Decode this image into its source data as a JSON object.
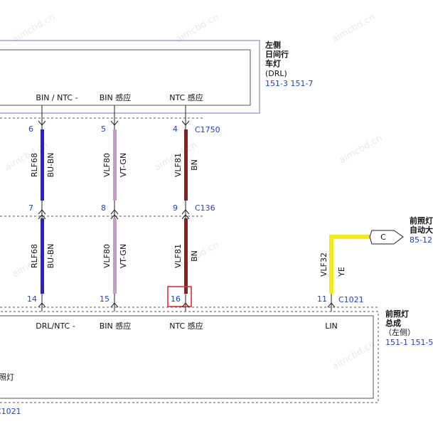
{
  "watermark": "aimcbd.cn",
  "drl_module": {
    "title_lines": [
      "左侧",
      "日间行",
      "车灯"
    ],
    "subtitle": "(DRL)",
    "refs": "151-3 151-7",
    "pins": [
      "BIN / NTC -",
      "BIN 感应",
      "NTC 感应"
    ]
  },
  "headlamp_assembly": {
    "title_lines": [
      "前照灯",
      "总成"
    ],
    "subtitle": "（左侧）",
    "refs": "151-1 151-5",
    "pins": [
      "DRL/NTC -",
      "BIN 感应",
      "NTC 感应",
      "LIN"
    ],
    "bottom_left_label": "照灯",
    "bottom_left_ref": "C1021"
  },
  "auto_headlamp": {
    "connector_letter": "C",
    "title_lines": [
      "前照灯",
      "自动大"
    ],
    "ref": "85-12"
  },
  "connectors": {
    "top": "C1750",
    "middle": "C136",
    "bottom": "C1021"
  },
  "wires": [
    {
      "pin_top": "6",
      "pin_mid": "7",
      "pin_bottom": "14",
      "circuit": "RLF68",
      "color_code": "BU-BN",
      "color": "#2b1fd6"
    },
    {
      "pin_top": "5",
      "pin_mid": "8",
      "pin_bottom": "15",
      "circuit": "VLF80",
      "color_code": "VT-GN",
      "color": "#c79ac7"
    },
    {
      "pin_top": "4",
      "pin_mid": "9",
      "pin_bottom": "16",
      "circuit": "VLF81",
      "color_code": "BN",
      "color": "#8b1e1e"
    }
  ],
  "lin_wire": {
    "pin": "11",
    "circuit": "VLF32",
    "color_code": "YE",
    "color": "#f2ea1a"
  },
  "colors": {
    "box_border": "#8a8ad8",
    "highlight": "#e0303a",
    "line": "#222222"
  }
}
